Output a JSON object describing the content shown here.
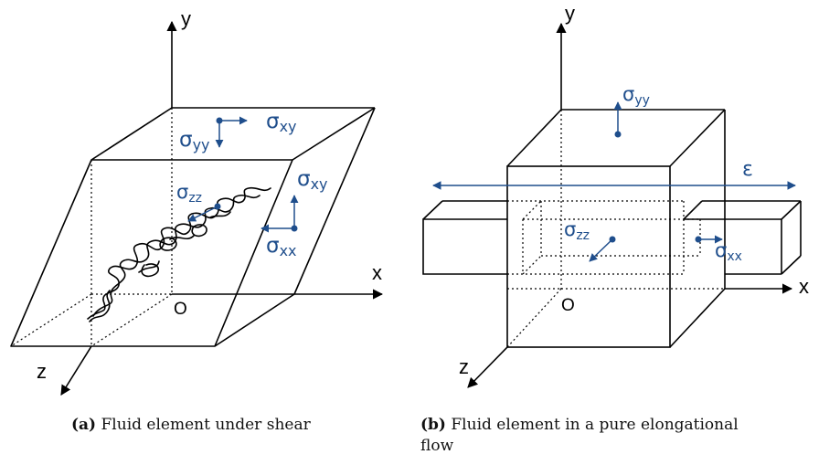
{
  "panel_a": {
    "axes": {
      "x": "x",
      "y": "y",
      "z": "z",
      "origin": "O"
    },
    "stresses": {
      "yy": {
        "sym": "σ",
        "sub": "yy"
      },
      "xy_top": {
        "sym": "σ",
        "sub": "xy"
      },
      "zz": {
        "sym": "σ",
        "sub": "zz"
      },
      "xy_side": {
        "sym": "σ",
        "sub": "xy"
      },
      "xx": {
        "sym": "σ",
        "sub": "xx"
      }
    },
    "caption": {
      "tag": "(a)",
      "text": "Fluid element under shear"
    }
  },
  "panel_b": {
    "axes": {
      "x": "x",
      "y": "y",
      "z": "z",
      "origin": "O"
    },
    "stresses": {
      "yy": {
        "sym": "σ",
        "sub": "yy"
      },
      "zz": {
        "sym": "σ",
        "sub": "zz"
      },
      "xx": {
        "sym": "σ",
        "sub": "xx"
      }
    },
    "strain_label": "ε",
    "caption": {
      "tag": "(b)",
      "text_line1": "Fluid element in a pure elongational",
      "text_line2": "flow"
    }
  },
  "colors": {
    "stress": "#1f4e8c",
    "lines": "#000000"
  }
}
